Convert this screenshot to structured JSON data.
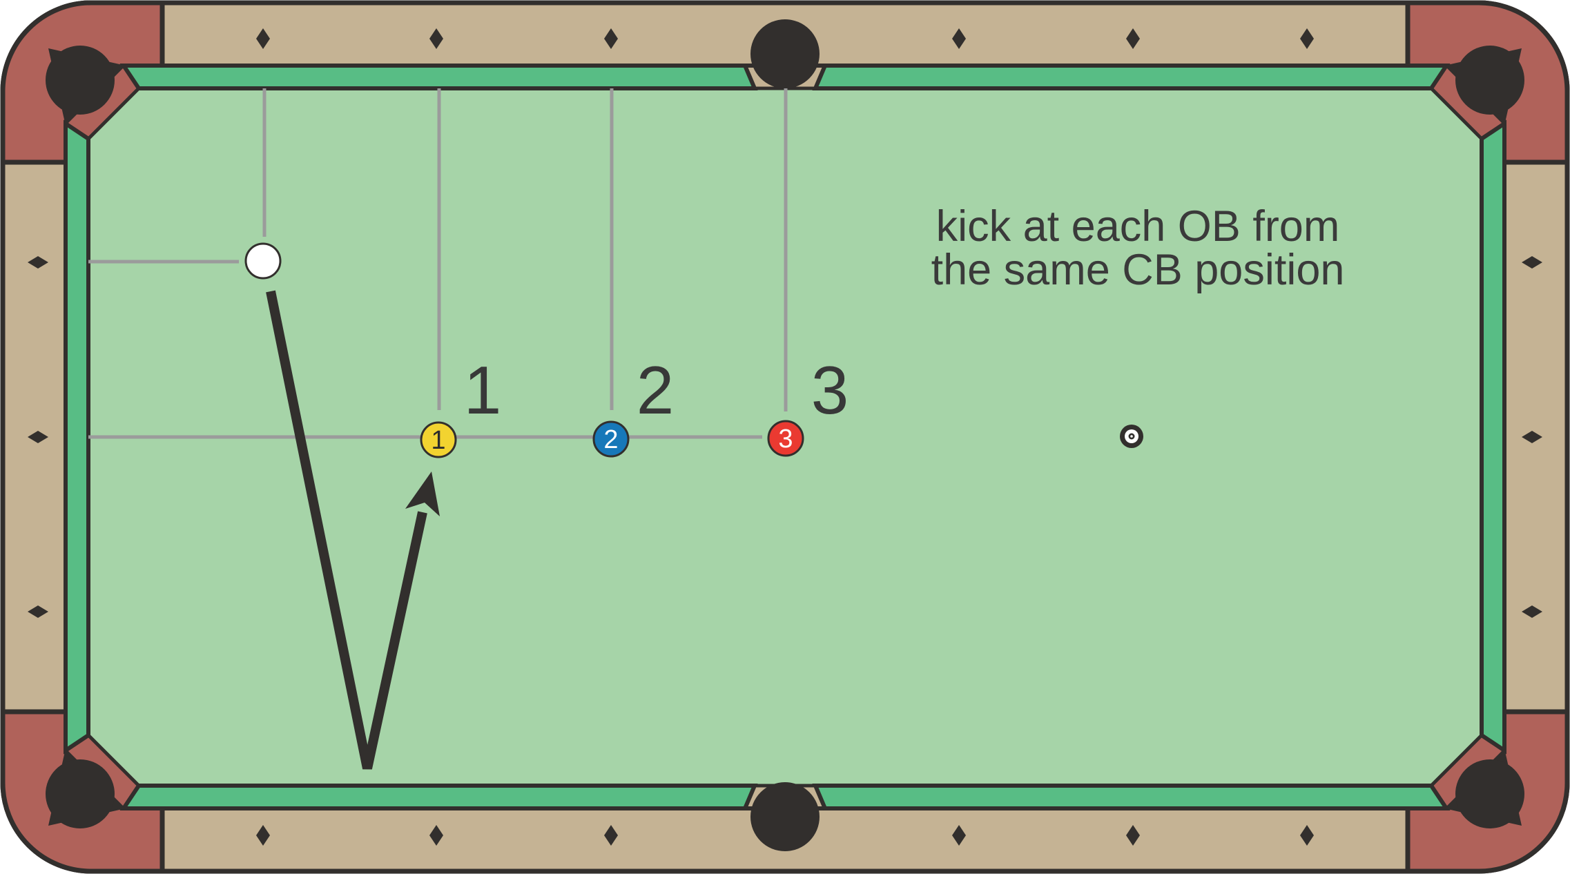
{
  "diagram": {
    "caption": {
      "line1": "kick at each OB from",
      "line2": "the same CB position"
    },
    "shot_labels": [
      "1",
      "2",
      "3"
    ],
    "balls": {
      "cue_ball": {
        "color": "#ffffff"
      },
      "object_balls": [
        {
          "number": "1",
          "color": "#f2d330",
          "number_color": "#2b2b2b"
        },
        {
          "number": "2",
          "color": "#1778b9",
          "number_color": "#ffffff"
        },
        {
          "number": "3",
          "color": "#ea3a31",
          "number_color": "#ffffff"
        }
      ]
    },
    "markers": {
      "target_spot_icon": "bullseye-icon",
      "rail_sight_icon": "diamond-icon"
    },
    "table_colors": {
      "cloth": "#a6d4a8",
      "cushion": "#58bd85",
      "rail": "#c5b394",
      "corner_cap": "#b0625a",
      "outline_and_pockets": "#322f2d",
      "guide_line": "#9b9b9b",
      "annotation_text": "#3a3a3a"
    }
  }
}
